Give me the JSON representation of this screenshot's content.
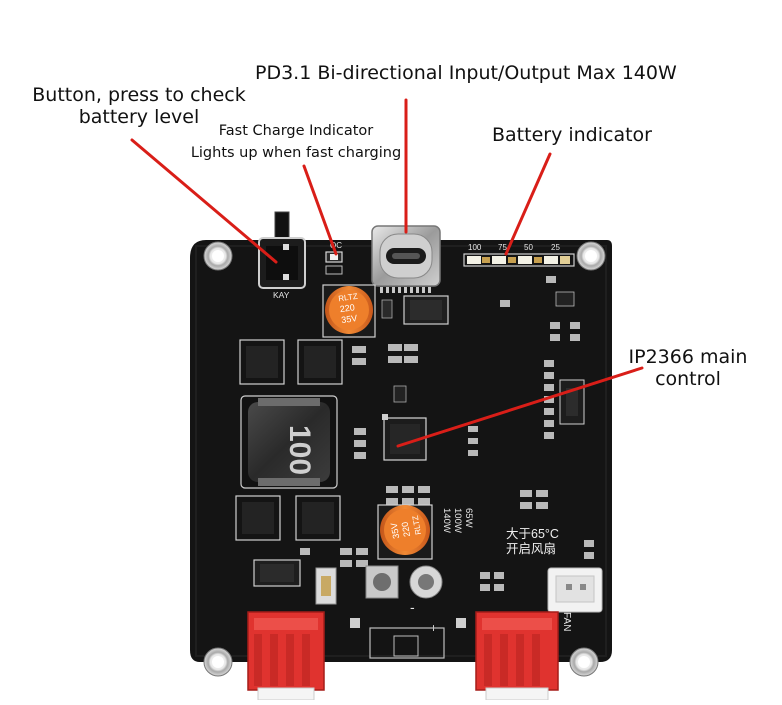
{
  "annotations": {
    "pd_input_output": "PD3.1 Bi-directional Input/Output Max 140W",
    "button_line1": "Button, press to check",
    "button_line2": "battery level",
    "fast_charge_line1": "Fast Charge Indicator",
    "fast_charge_line2": "Lights up when fast charging",
    "battery_indicator": "Battery indicator",
    "main_control_line1": "IP2366 main",
    "main_control_line2": "control"
  },
  "board_silkscreen": {
    "key": "KAY",
    "qc": "QC",
    "levels": [
      "100",
      "75",
      "50",
      "25"
    ],
    "cap_top": [
      "RLTZ",
      "220",
      "35V"
    ],
    "cap_bottom": [
      "RLTZ",
      "220",
      "35V"
    ],
    "inductor": "100",
    "power_rating": [
      "65W",
      "100W",
      "140W"
    ],
    "fan_note_line1": "大于65°C",
    "fan_note_line2": "开启风扇",
    "fan": "FAN",
    "minus": "-",
    "plus": "+"
  },
  "colors": {
    "arrow": "#d91e18",
    "pcb": "#141414",
    "connector": "#e0332f",
    "capacitor": "#e8711f"
  }
}
